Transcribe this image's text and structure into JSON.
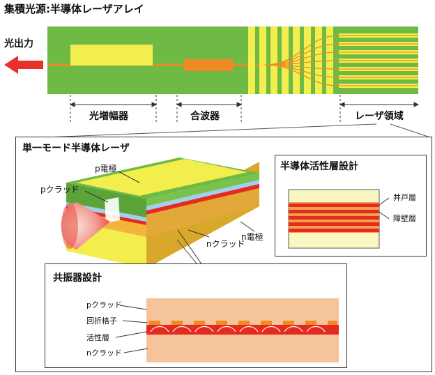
{
  "title": "集積光源:半導体レーザアレイ",
  "light_output": "光出力",
  "sections": {
    "amplifier": "光増幅器",
    "combiner": "合波器",
    "laser_region": "レーザ領域"
  },
  "single_mode": {
    "title": "単一モード半導体レーザ",
    "p_electrode": "p電極",
    "p_clad": "pクラッド",
    "n_electrode": "n電極",
    "n_clad": "nクラッド"
  },
  "active_layer": {
    "title": "半導体活性層設計",
    "well": "井戸層",
    "barrier": "障壁層"
  },
  "resonator": {
    "title": "共振器設計",
    "p_clad": "pクラッド",
    "grating": "回折格子",
    "active": "活性層",
    "n_clad": "nクラッド"
  },
  "colors": {
    "chip_green": "#6fba45",
    "pad_yellow": "#f2ee4e",
    "waveguide_orange": "#f08a24",
    "arrow_red": "#e8312a",
    "clad_peach": "#f6c49a",
    "active_red": "#e52a1f",
    "cream": "#f9f6c4"
  }
}
